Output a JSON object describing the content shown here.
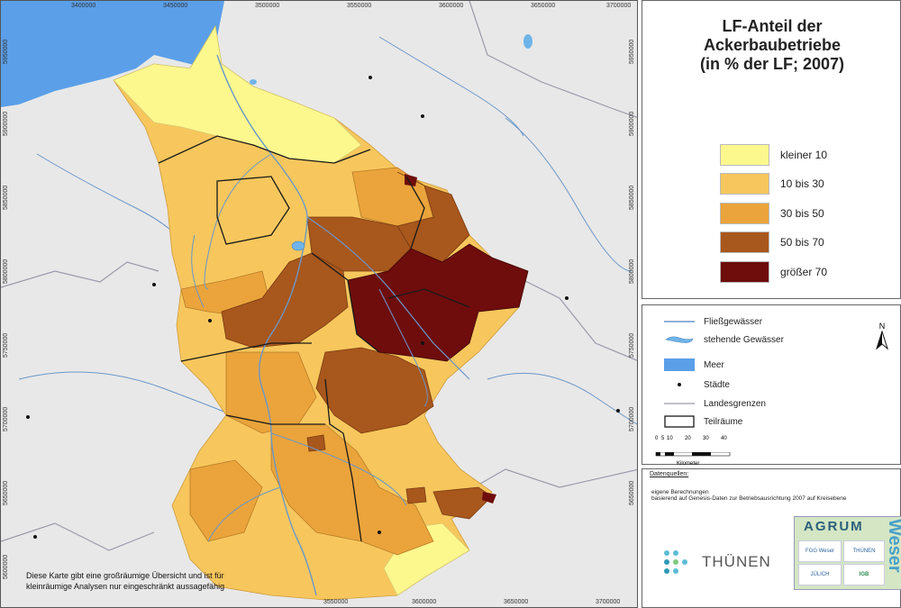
{
  "map": {
    "x_ticks": [
      "3400000",
      "3450000",
      "3500000",
      "3550000",
      "3600000",
      "3650000",
      "3700000"
    ],
    "y_ticks": [
      "5950000",
      "5900000",
      "5850000",
      "5800000",
      "5750000",
      "5700000",
      "5650000",
      "5600000"
    ],
    "note": [
      "Diese Karte gibt eine großräumige Übersicht und ist für",
      "kleinräumige Analysen nur eingeschränkt aussagefähig"
    ],
    "colors": {
      "sea": "#5a9fe8",
      "background": "#e8e8e8",
      "river": "#6b97c9",
      "border": "#9a9aaa",
      "subarea": "#1a1a1a"
    }
  },
  "legend": {
    "title": [
      "LF-Anteil der",
      "Ackerbaubetriebe",
      "(in % der LF; 2007)"
    ],
    "classes": [
      {
        "label": "kleiner 10",
        "color": "#fdf88e"
      },
      {
        "label": "10 bis 30",
        "color": "#f7c75d"
      },
      {
        "label": "30 bis 50",
        "color": "#eaa43b"
      },
      {
        "label": "50 bis 70",
        "color": "#a8571d"
      },
      {
        "label": "größer 70",
        "color": "#6e0d0c"
      }
    ]
  },
  "symbols": {
    "items": [
      {
        "label": "Fließgewässer",
        "icon": "river-line-icon"
      },
      {
        "label": "stehende Gewässer",
        "icon": "lake-icon"
      },
      {
        "label": "Meer",
        "icon": "sea-swatch-icon"
      },
      {
        "label": "Städte",
        "icon": "city-dot-icon"
      },
      {
        "label": "Landesgrenzen",
        "icon": "border-line-icon"
      },
      {
        "label": "Teilräume",
        "icon": "subarea-box-icon"
      }
    ],
    "north": "N",
    "scale_ticks": [
      "0",
      "5",
      "10",
      "20",
      "30",
      "40"
    ],
    "scale_unit": "Kilometer"
  },
  "sources": {
    "title": "Datenquellen:",
    "lines": [
      "eigene Berechnungen",
      "basierend auf Genesis-Daten zur Betriebsausrichtung 2007 auf Kreisebene"
    ]
  },
  "logos": {
    "thuenen": "THÜNEN",
    "agrum": "AGRUM",
    "weser": "Weser",
    "fgg": "FGG Weser",
    "thuenen_small": "THÜNEN",
    "juelich": "JÜLICH",
    "igb": "IGB"
  }
}
